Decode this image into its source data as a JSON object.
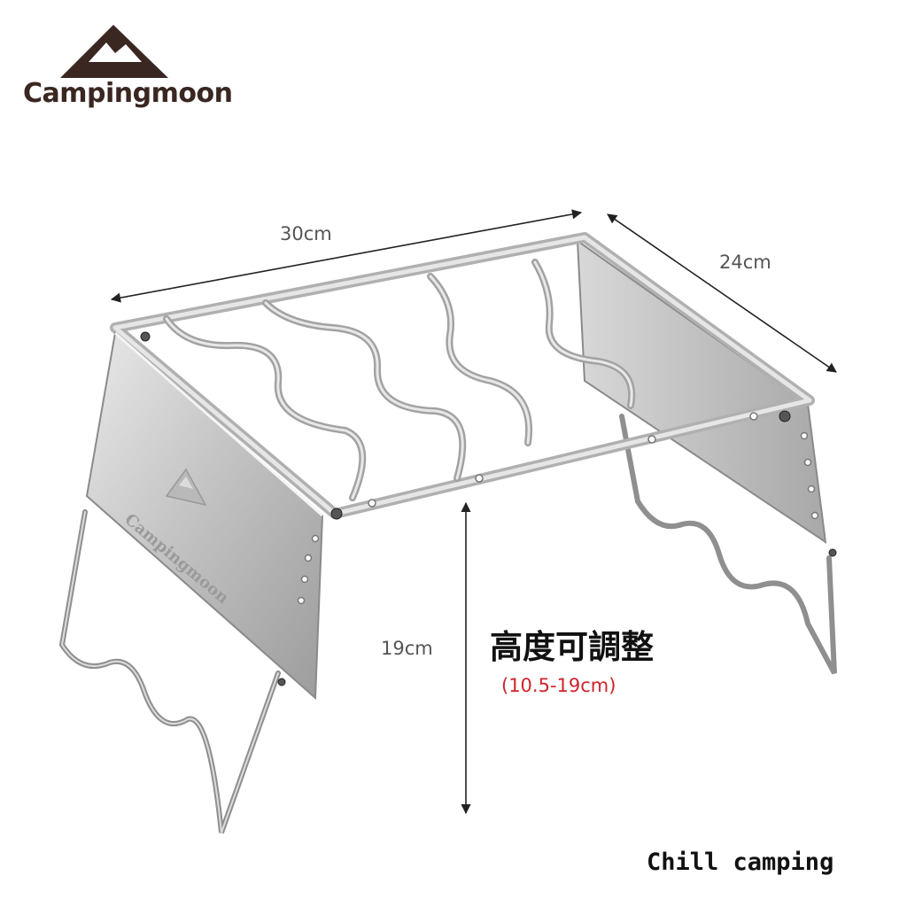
{
  "brand": {
    "name": "Campingmoon",
    "colors": {
      "logo": "#3a2722",
      "accent": "#d0242b"
    }
  },
  "product": {
    "icon": "folding-stove-stand-icon",
    "panel_logo_text": "Campingmoon"
  },
  "dimensions": {
    "width": "30cm",
    "depth": "24cm",
    "height": "19cm"
  },
  "adjustment": {
    "title": "高度可調整",
    "range": "(10.5-19cm)"
  },
  "footer": {
    "caption": "Chill camping"
  }
}
